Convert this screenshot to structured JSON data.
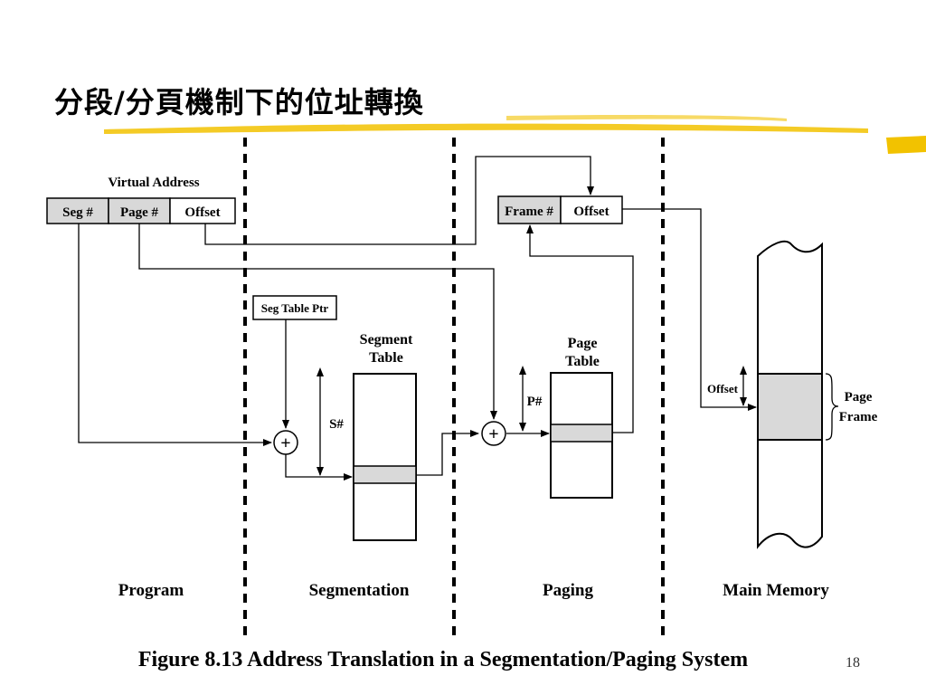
{
  "slide": {
    "title": "分段/分頁機制下的位址轉換",
    "caption": "Figure 8.13 Address Translation in a Segmentation/Paging System",
    "page_number": "18"
  },
  "diagram": {
    "virtual_address_label": "Virtual Address",
    "virtual_address_fields": {
      "seg": "Seg #",
      "page": "Page #",
      "offset": "Offset"
    },
    "physical_address_fields": {
      "frame": "Frame #",
      "offset": "Offset"
    },
    "seg_table_ptr": "Seg Table Ptr",
    "segment_table_label": [
      "Segment",
      "Table"
    ],
    "page_table_label": [
      "Page",
      "Table"
    ],
    "s_hash": "S#",
    "p_hash": "P#",
    "plus_symbol": "+",
    "memory_offset_label": "Offset",
    "page_frame_label": [
      "Page",
      "Frame"
    ],
    "sections": [
      "Program",
      "Segmentation",
      "Paging",
      "Main Memory"
    ]
  },
  "colors": {
    "field_gray": "#d8d8d8",
    "highlight_gray": "#d9d9d9",
    "accent_yellow": "#f2c200",
    "line": "#000000"
  }
}
